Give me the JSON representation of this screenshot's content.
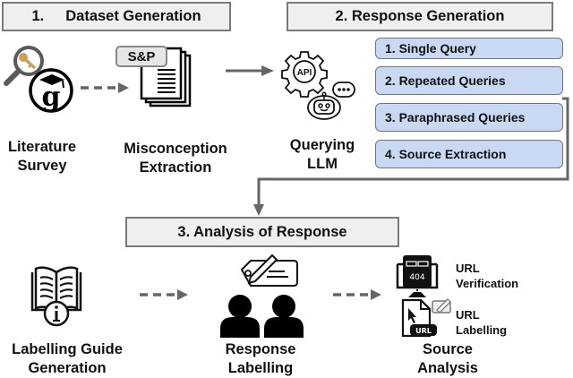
{
  "stages": {
    "dataset": {
      "number": "1.",
      "title": "Dataset Generation"
    },
    "response": {
      "title": "2. Response Generation"
    },
    "analysis": {
      "title": "3. Analysis of Response"
    }
  },
  "dataset_steps": {
    "literature": {
      "line1": "Literature",
      "line2": "Survey"
    },
    "misconception": {
      "badge": "S&P",
      "line1": "Misconception",
      "line2": "Extraction"
    }
  },
  "response_steps": {
    "querying": {
      "icon_text": "API",
      "line1": "Querying",
      "line2": "LLM"
    },
    "query_types": [
      {
        "label": "1. Single Query"
      },
      {
        "label": "2. Repeated Queries"
      },
      {
        "label": "3. Paraphrased Queries"
      },
      {
        "label": "4. Source Extraction"
      }
    ]
  },
  "analysis_steps": {
    "guide": {
      "line1": "Labelling Guide",
      "line2": "Generation"
    },
    "labelling": {
      "line1": "Response",
      "line2": "Labelling"
    },
    "source": {
      "line1": "Source",
      "line2": "Analysis",
      "verification": {
        "line1": "URL",
        "line2": "Verification",
        "screen_text": "404"
      },
      "url_labelling": {
        "line1": "URL",
        "line2": "Labelling",
        "badge": "URL"
      }
    }
  },
  "colors": {
    "header_fill": "#efefef",
    "query_fill": "#c9d9f3",
    "arrow": "#666666"
  }
}
